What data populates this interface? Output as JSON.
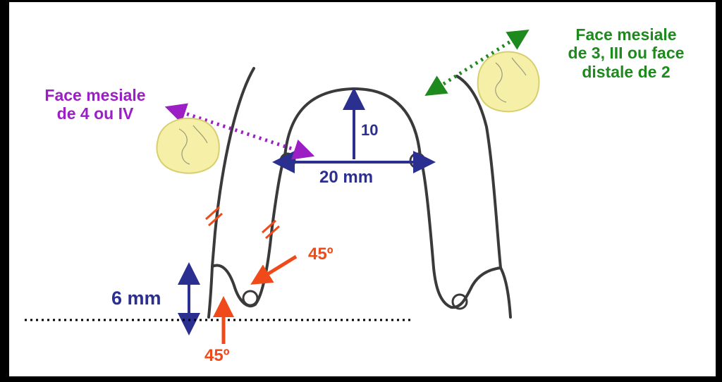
{
  "labels": {
    "mesial_4": [
      "Face mesiale",
      "de 4 ou IV"
    ],
    "mesial_3": [
      "Face mesiale",
      "de 3, III ou face",
      "distale de 2"
    ],
    "height": "10",
    "width": "20 mm",
    "loop_height": "6 mm",
    "angle_top": "45º",
    "angle_bottom": "45º"
  },
  "colors": {
    "wire": "#3a3a3a",
    "blue": "#2b2f8f",
    "orange": "#f04a1a",
    "purple": "#9b1fc4",
    "green": "#1e8a1e",
    "tooth_fill": "#f5efa8"
  },
  "icons": {
    "tooth_left": "tooth-icon",
    "tooth_right": "tooth-icon"
  }
}
